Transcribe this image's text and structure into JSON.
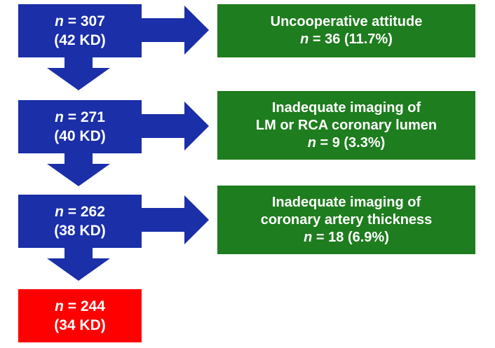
{
  "colors": {
    "stage_box": "#1a2fa8",
    "exclusion_box": "#1e7d1e",
    "final_box": "#ff0000",
    "arrow": "#1a2fa8"
  },
  "stages": [
    {
      "n_label": "n",
      "n_value": "= 307",
      "kd": "(42 KD)"
    },
    {
      "n_label": "n",
      "n_value": "= 271",
      "kd": "(40 KD)"
    },
    {
      "n_label": "n",
      "n_value": "= 262",
      "kd": "(38 KD)"
    },
    {
      "n_label": "n",
      "n_value": "= 244",
      "kd": "(34 KD)"
    }
  ],
  "exclusions": [
    {
      "lines": [
        "Uncooperative attitude"
      ],
      "n_label": "n",
      "n_value": "= 36 (11.7%)"
    },
    {
      "lines": [
        "Inadequate imaging of",
        "LM or RCA coronary lumen"
      ],
      "n_label": "n",
      "n_value": "= 9 (3.3%)"
    },
    {
      "lines": [
        "Inadequate imaging of",
        "coronary artery thickness"
      ],
      "n_label": "n",
      "n_value": "= 18 (6.9%)"
    }
  ]
}
